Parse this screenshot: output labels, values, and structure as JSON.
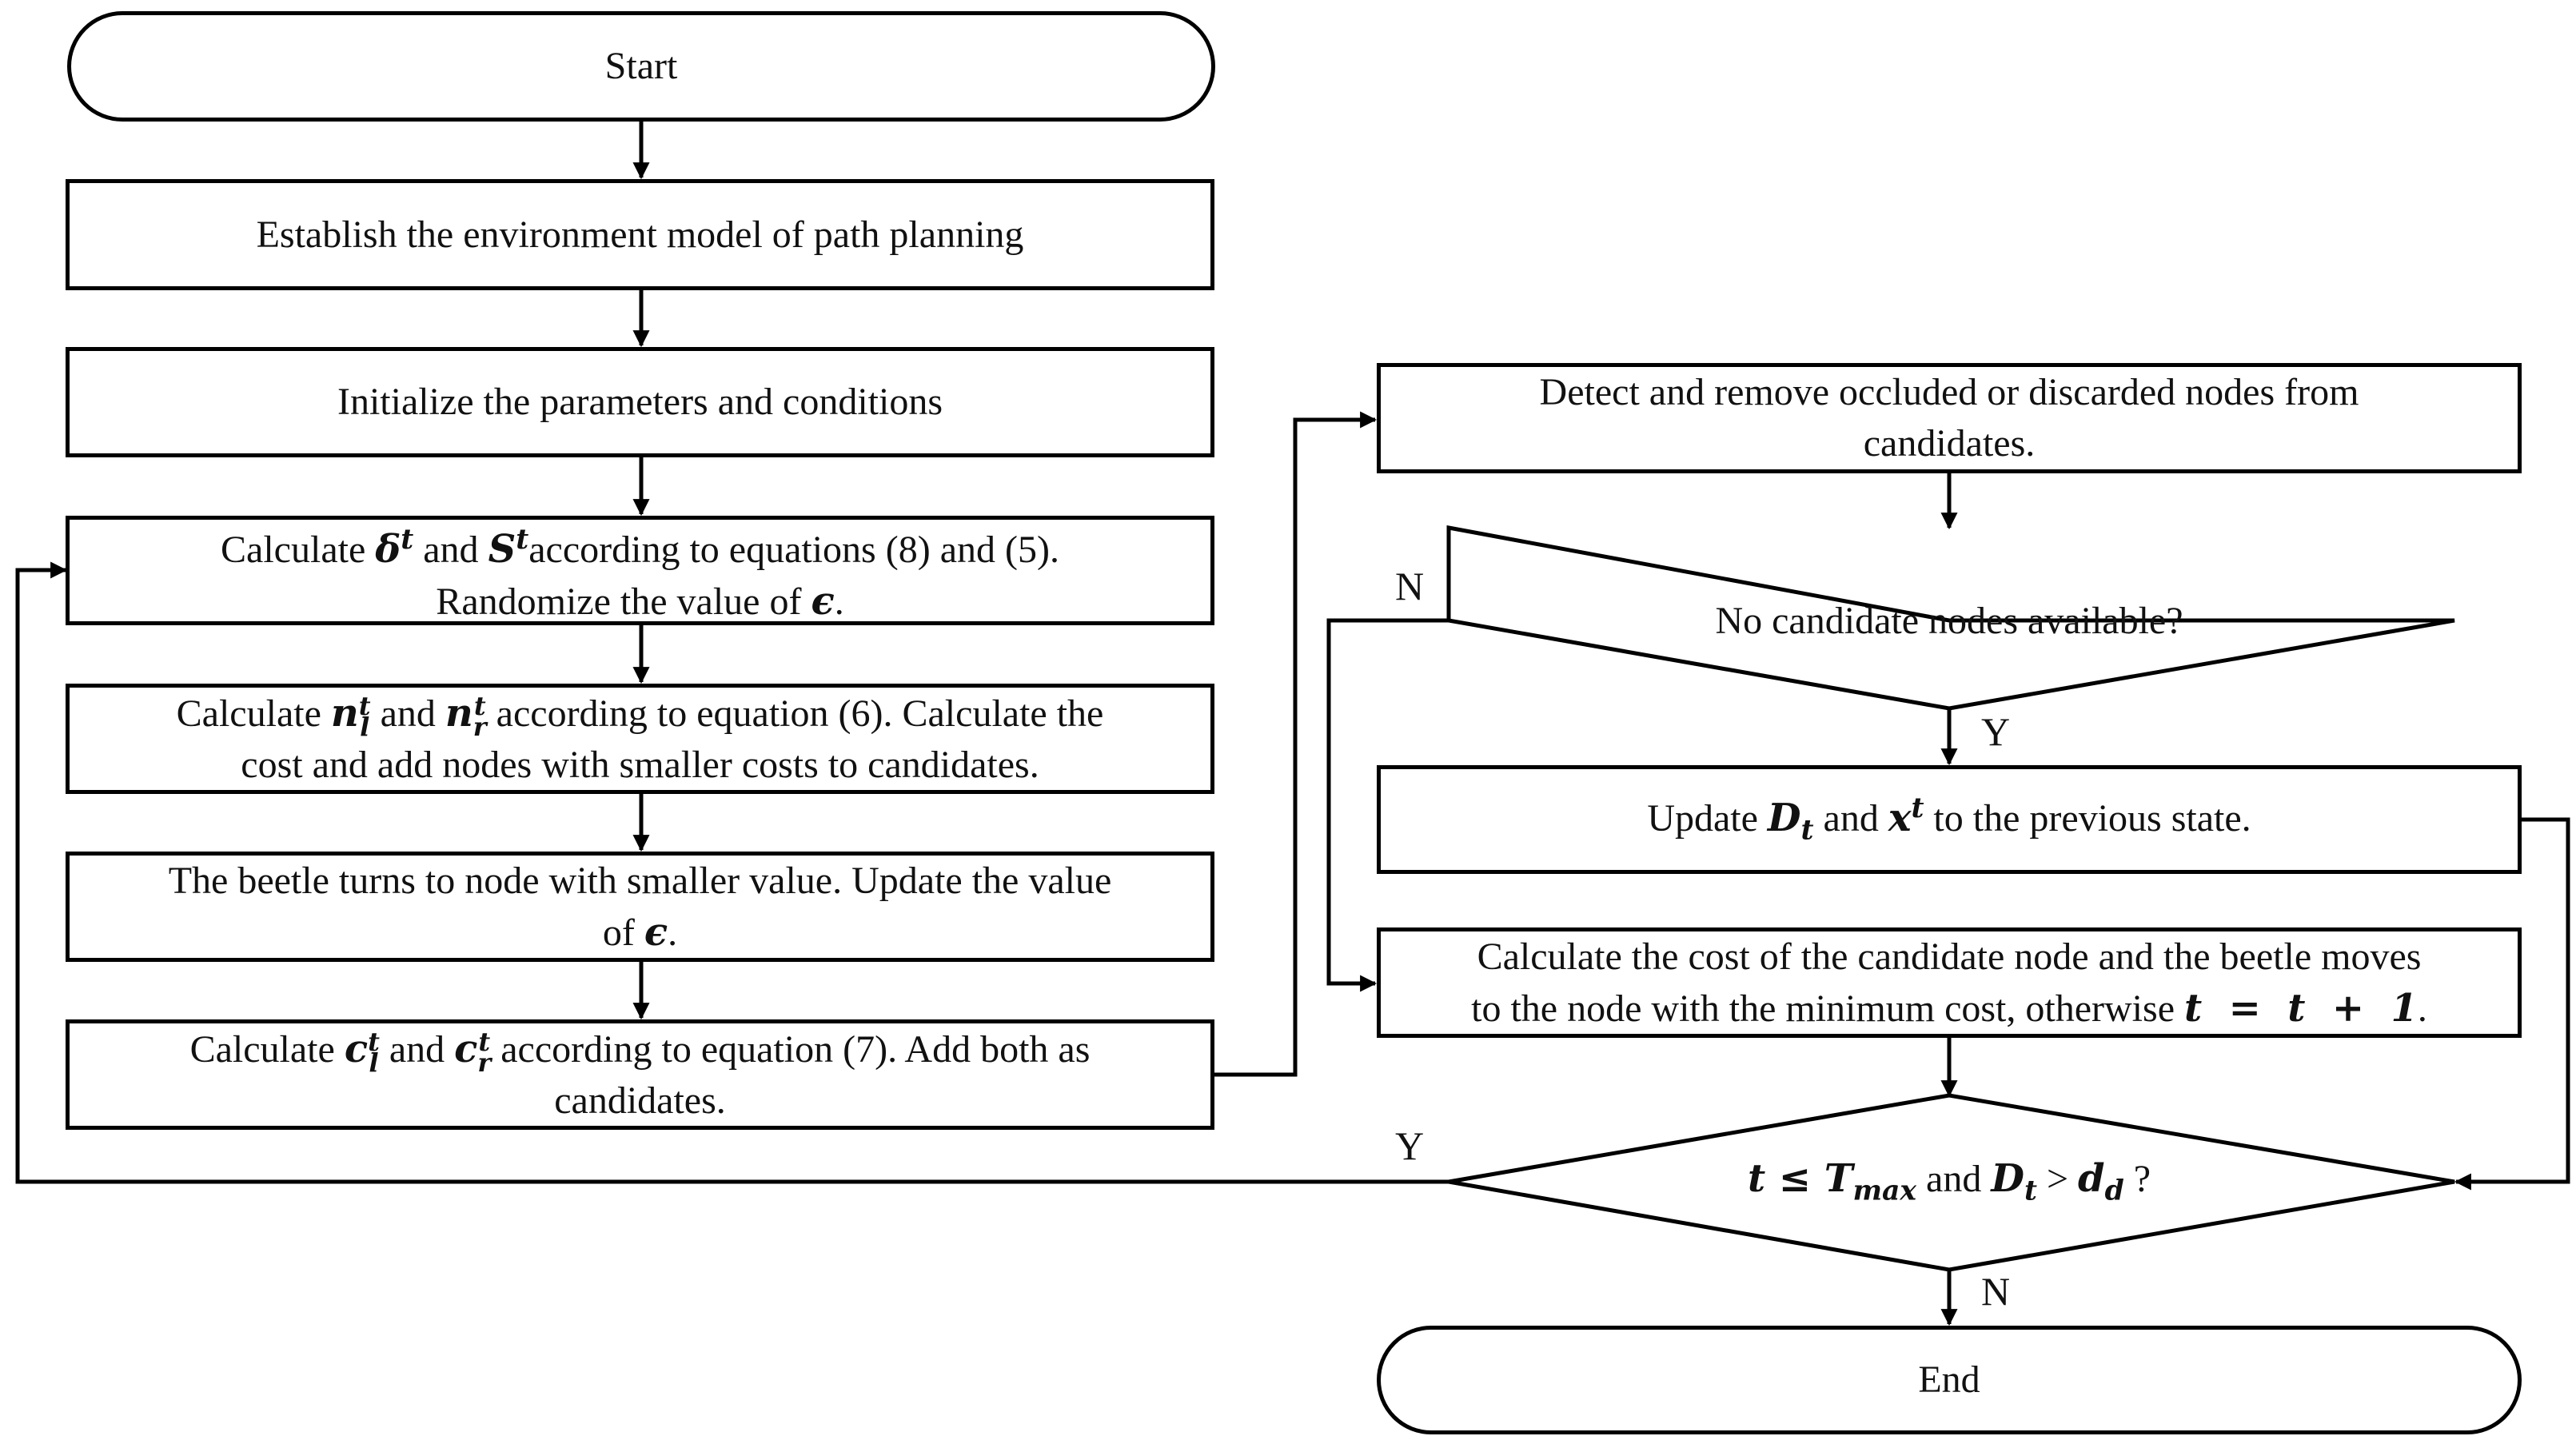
{
  "nodes": {
    "start": "Start",
    "establish": "Establish the environment model of path planning",
    "initialize": "Initialize the parameters and conditions",
    "calc_delta": {
      "pre": "Calculate ",
      "sym1": "δ",
      "sup1": "t",
      "mid": " and ",
      "sym2": "S",
      "sup2": "t",
      "post": "according to equations (8) and (5).",
      "line2_pre": "Randomize the value of ",
      "eps": "ϵ",
      "line2_post": "."
    },
    "calc_n": {
      "pre": "Calculate ",
      "sym": "n",
      "sub1": "l",
      "sup1": "t",
      "mid": " and ",
      "sub2": "r",
      "sup2": "t",
      "post": " according to equation (6). Calculate the",
      "line2": "cost and add nodes with smaller costs to candidates."
    },
    "beetle_turns": {
      "line1": "The beetle turns to node with smaller value. Update the value",
      "line2_pre": "of ",
      "eps": "ϵ",
      "line2_post": "."
    },
    "calc_c": {
      "pre": "Calculate ",
      "sym": "c",
      "sub1": "l",
      "sup1": "t",
      "mid": " and ",
      "sub2": "r",
      "sup2": "t",
      "post": " according to equation (7). Add both as",
      "line2": "candidates."
    },
    "detect": {
      "line1": "Detect and remove occluded  or discarded nodes from",
      "line2": "candidates."
    },
    "no_candidates": "No candidate nodes available?",
    "update": {
      "pre": "Update ",
      "sym1": "D",
      "sub1": "t",
      "mid": " and ",
      "sym2": "x",
      "sup2": "t",
      "post": " to the previous state."
    },
    "calc_cost": {
      "line1": "Calculate the cost of the candidate node and the beetle moves",
      "line2_pre": "to the node with the minimum cost, otherwise ",
      "expr": "t  =  t  +  1",
      "line2_post": "."
    },
    "condition": {
      "t": "t",
      "le": " ≤ ",
      "T": "T",
      "Tsub": "max",
      "and": " and ",
      "D": "D",
      "Dsub": "t",
      "gt": " > ",
      "d": "d",
      "dsub": "d",
      "q": " ?"
    },
    "end": "End"
  },
  "labels": {
    "no_candidates_N": "N",
    "no_candidates_Y": "Y",
    "condition_Y": "Y",
    "condition_N": "N"
  },
  "colors": {
    "stroke": "#000000",
    "text": "#111111",
    "background": "#ffffff"
  }
}
